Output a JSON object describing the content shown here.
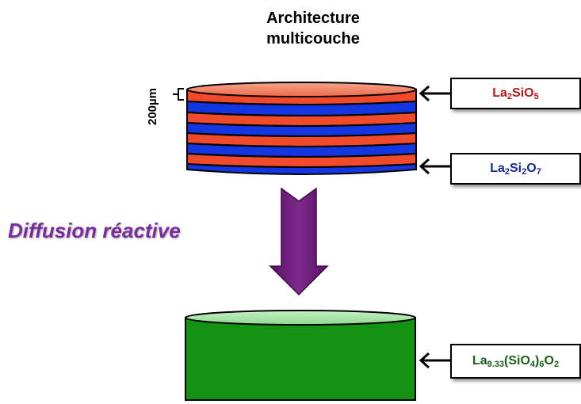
{
  "title": {
    "line1": "Architecture",
    "line2": "multicouche"
  },
  "layer_thickness_label": "200µm",
  "process_label": "Diffusion réactive",
  "labels": {
    "la2sio5": {
      "main": "La",
      "s1": "2",
      "mid": "SiO",
      "s2": "5"
    },
    "la2si2o7": {
      "main": "La",
      "s1": "2",
      "mid": "Si",
      "s2": "2",
      "mid2": "O",
      "s3": "7"
    },
    "apatite": {
      "main": "La",
      "s1": "9.33",
      "mid": "(SiO",
      "s2": "4",
      "mid2": ")",
      "s3": "6",
      "mid3": "O",
      "s4": "2"
    }
  },
  "colors": {
    "red_layer": "#f04a2a",
    "blue_layer": "#1436e0",
    "green_body": "#139213",
    "green_top": "#9ee59e",
    "arrow_purple": "#6a1a78"
  }
}
